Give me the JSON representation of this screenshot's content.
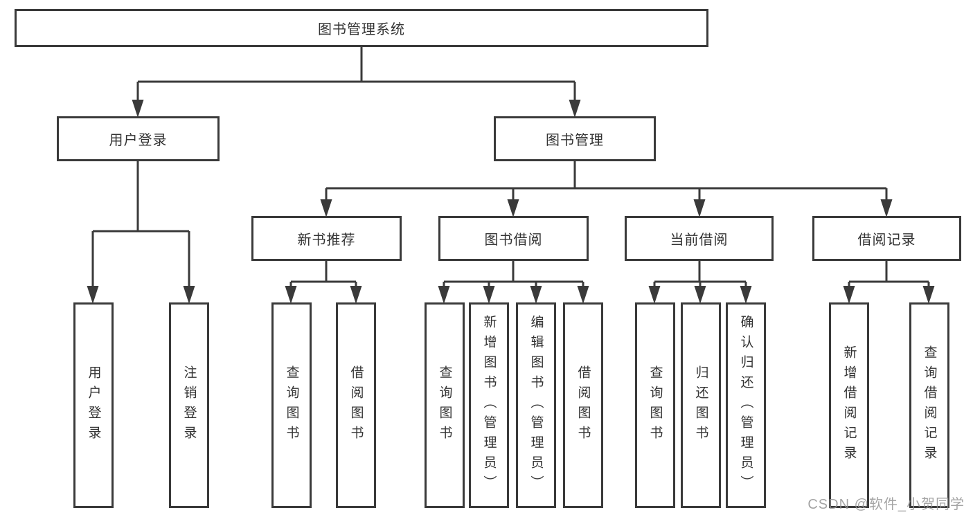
{
  "diagram": {
    "root": {
      "label": "图书管理系统"
    },
    "branches": {
      "user_login": {
        "label": "用户登录",
        "children": [
          "用户登录",
          "注销登录"
        ]
      },
      "book_mgmt": {
        "label": "图书管理"
      },
      "new_books": {
        "label": "新书推荐",
        "children": [
          "查询图书",
          "借阅图书"
        ]
      },
      "book_borrow": {
        "label": "图书借阅",
        "children": [
          "查询图书",
          "新增图书（管理员）",
          "编辑图书（管理员）",
          "借阅图书"
        ]
      },
      "current_borrow": {
        "label": "当前借阅",
        "children": [
          "查询图书",
          "归还图书",
          "确认归还（管理员）"
        ]
      },
      "borrow_records": {
        "label": "借阅记录",
        "children": [
          "新增借阅记录",
          "查询借阅记录"
        ]
      }
    }
  },
  "watermark": {
    "text": "CSDN @软件_小贺同学"
  },
  "colors": {
    "line": "#3a3a3a",
    "text": "#333333",
    "background": "#ffffff"
  }
}
